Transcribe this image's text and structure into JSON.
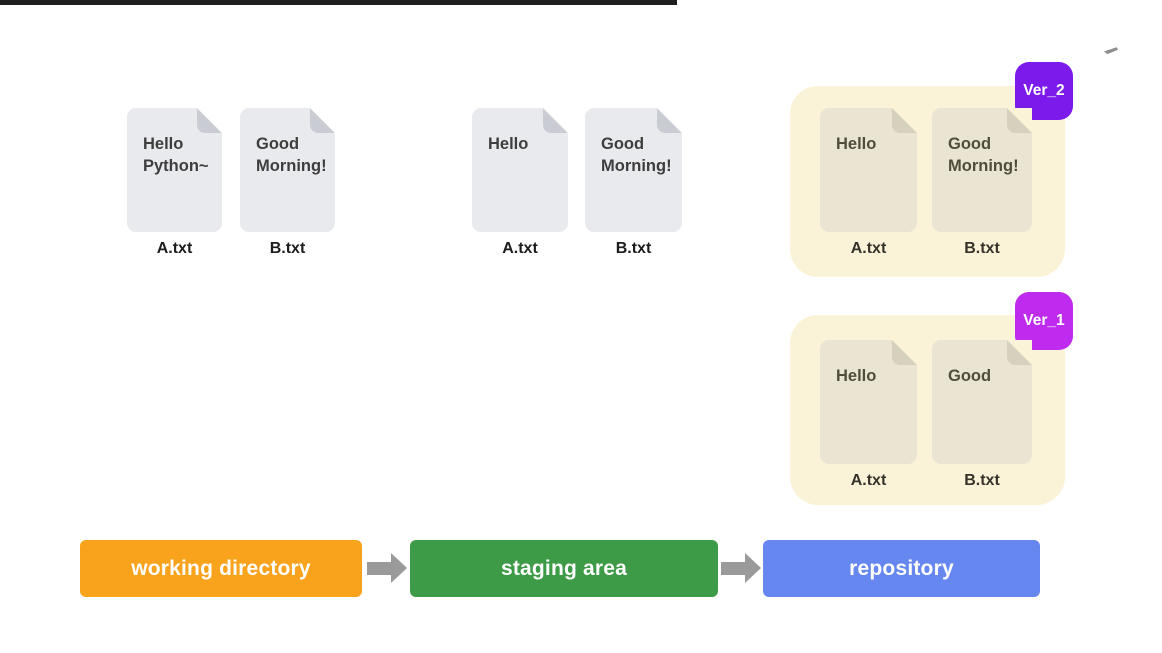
{
  "decorations": {
    "top_rule_color": "#1F1F1F",
    "tick_color": "#8E8E8E"
  },
  "flow": {
    "arrow_icon": "arrow-right",
    "arrow_color": "#9A9A9A"
  },
  "sections": {
    "working_directory": {
      "label": "working directory",
      "bar_color": "#F9A21C",
      "files": [
        {
          "name": "A.txt",
          "content": "Hello\nPython~"
        },
        {
          "name": "B.txt",
          "content": "Good\nMorning!"
        }
      ]
    },
    "staging_area": {
      "label": "staging area",
      "bar_color": "#3D9A47",
      "files": [
        {
          "name": "A.txt",
          "content": "Hello"
        },
        {
          "name": "B.txt",
          "content": "Good\nMorning!"
        }
      ]
    },
    "repository": {
      "label": "repository",
      "bar_color": "#6687F0",
      "versions": [
        {
          "badge": "Ver_2",
          "badge_color": "#7B1AEB",
          "files": [
            {
              "name": "A.txt",
              "content": "Hello"
            },
            {
              "name": "B.txt",
              "content": "Good\nMorning!"
            }
          ]
        },
        {
          "badge": "Ver_1",
          "badge_color": "#BE2AEE",
          "files": [
            {
              "name": "A.txt",
              "content": "Hello"
            },
            {
              "name": "B.txt",
              "content": "Good"
            }
          ]
        }
      ]
    }
  }
}
